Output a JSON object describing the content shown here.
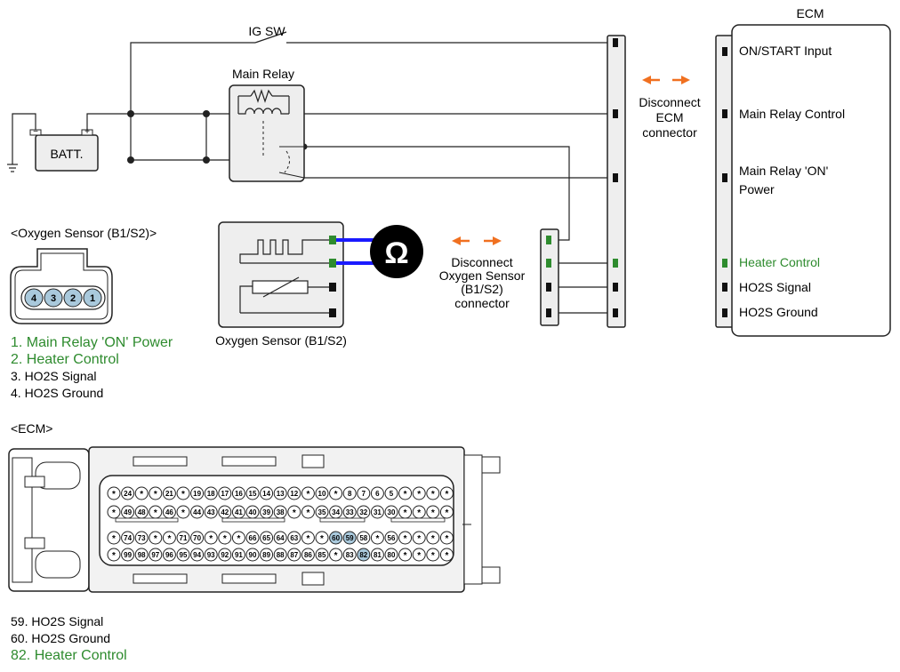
{
  "colors": {
    "green": "#2e8b2e",
    "blue": "#1a1aff",
    "orange": "#f07020",
    "wire": "#222222",
    "box_fill": "#eeeeee",
    "pin_highlight": "#a9c9dc"
  },
  "circuit": {
    "ig_sw": "IG SW",
    "main_relay": "Main Relay",
    "batt": "BATT.",
    "ecm_title": "ECM",
    "ecm_pins": [
      "ON/START Input",
      "Main Relay Control",
      "Main Relay 'ON'",
      "Power",
      "Heater Control",
      "HO2S  Signal",
      "HO2S  Ground"
    ],
    "disconnect_ecm": [
      "Disconnect",
      "ECM",
      "connector"
    ],
    "disconnect_sensor": [
      "Disconnect",
      "Oxygen Sensor",
      "(B1/S2)",
      "connector"
    ],
    "sensor_label": "Oxygen Sensor (B1/S2)",
    "ohm_symbol": "Ω"
  },
  "o2_connector": {
    "title": "<Oxygen Sensor (B1/S2)>",
    "pins": [
      "4",
      "3",
      "2",
      "1"
    ],
    "legend": [
      "1. Main Relay 'ON' Power",
      "2. Heater Control",
      "3. HO2S  Signal",
      "4. HO2S  Ground"
    ]
  },
  "ecm_connector": {
    "title": "<ECM>",
    "rows": [
      [
        "*",
        "24",
        "*",
        "*",
        "21",
        "*",
        "19",
        "18",
        "17",
        "16",
        "15",
        "14",
        "13",
        "12",
        "*",
        "10",
        "*",
        "8",
        "7",
        "6",
        "5",
        "*",
        "*",
        "*",
        "*"
      ],
      [
        "*",
        "49",
        "48",
        "*",
        "46",
        "*",
        "44",
        "43",
        "42",
        "41",
        "40",
        "39",
        "38",
        "*",
        "*",
        "35",
        "34",
        "33",
        "32",
        "31",
        "30",
        "*",
        "*",
        "*",
        "*"
      ],
      [
        "*",
        "74",
        "73",
        "*",
        "*",
        "71",
        "70",
        "*",
        "*",
        "*",
        "66",
        "65",
        "64",
        "63",
        "*",
        "*",
        "60",
        "59",
        "58",
        "*",
        "56",
        "*",
        "*",
        "*",
        "*"
      ],
      [
        "*",
        "99",
        "98",
        "97",
        "96",
        "95",
        "94",
        "93",
        "92",
        "91",
        "90",
        "89",
        "88",
        "87",
        "86",
        "85",
        "*",
        "83",
        "82",
        "81",
        "80",
        "*",
        "*",
        "*",
        "*"
      ]
    ],
    "highlighted": [
      "59",
      "60",
      "82"
    ],
    "legend": [
      "59. HO2S  Signal",
      "60. HO2S  Ground",
      "82. Heater Control"
    ]
  }
}
